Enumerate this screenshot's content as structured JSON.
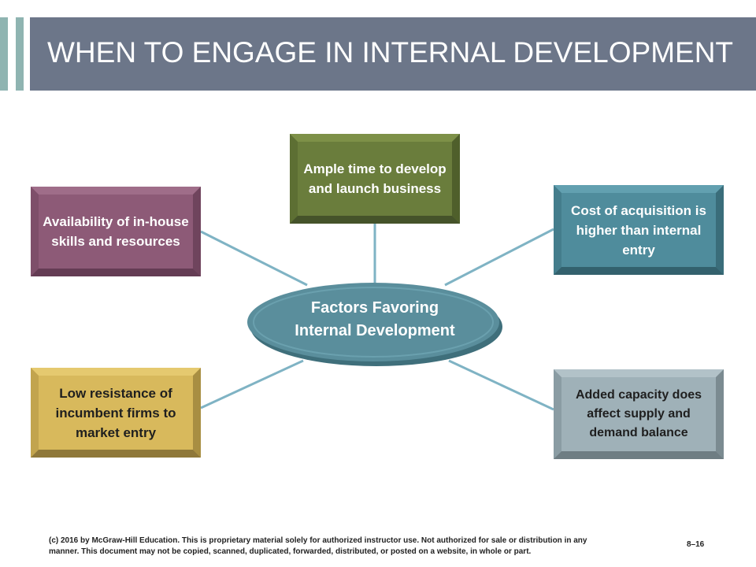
{
  "title": "WHEN TO ENGAGE IN INTERNAL DEVELOPMENT",
  "center": {
    "label": "Factors Favoring\nInternal Development"
  },
  "factors": {
    "top": {
      "label": "Ample time to develop and launch business"
    },
    "top_left": {
      "label": "Availability of in-house skills and resources"
    },
    "top_right": {
      "label": "Cost of acquisition is higher than internal entry"
    },
    "bottom_left": {
      "label": "Low resistance of incumbent firms to market entry"
    },
    "bottom_right": {
      "label": "Added capacity does affect supply and demand balance"
    }
  },
  "footer": {
    "copyright": "(c) 2016 by McGraw-Hill Education. This is proprietary material solely for authorized instructor use. Not authorized for sale or distribution in any manner. This document may not be copied, scanned, duplicated, forwarded, distributed, or posted on a website, in whole or part.",
    "page_number": "8–16"
  },
  "colors": {
    "title_bar": "#6c7689",
    "accent": "#8fb4b1",
    "connector": "#7fb3c4",
    "center": "#5a8e9c",
    "top": "#6a7d3c",
    "top_left": "#8d5a77",
    "top_right": "#4f8c9c",
    "bottom_left": "#d8b95c",
    "bottom_right": "#9fb1b8"
  }
}
